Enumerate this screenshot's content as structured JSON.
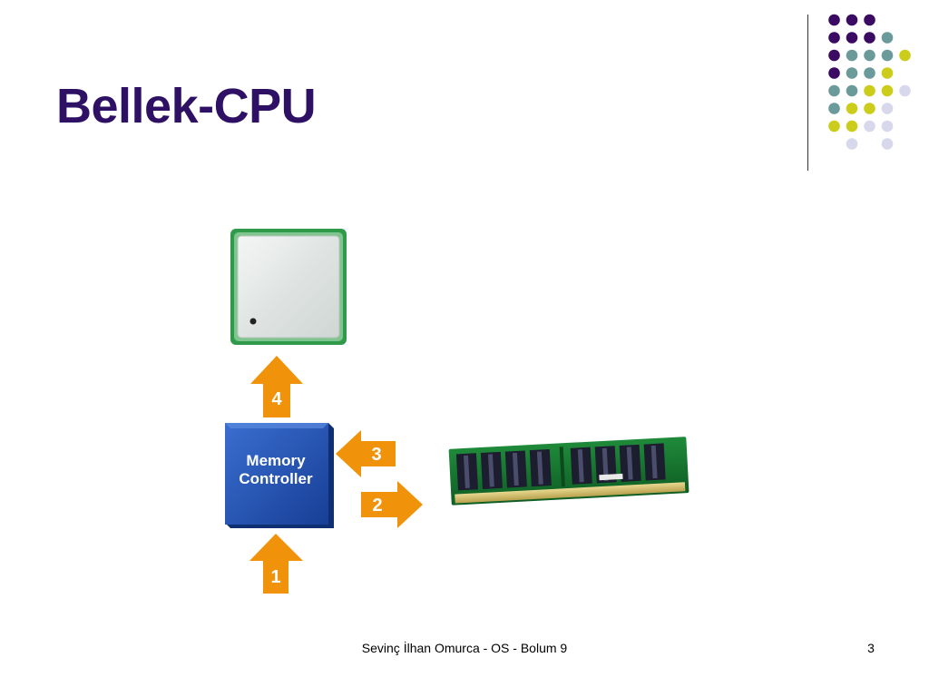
{
  "slide": {
    "title": "Bellek-CPU",
    "footer": "Sevinç İlhan Omurca - OS - Bolum 9",
    "page_number": "3"
  },
  "diagram": {
    "memory_controller_line1": "Memory",
    "memory_controller_line2": "Controller",
    "step_1": "1",
    "step_2": "2",
    "step_3": "3",
    "step_4": "4"
  },
  "colors": {
    "title": "#2e1065",
    "arrow": "#f0920a",
    "controller": "#1e4fb0",
    "dot_purple": "#3b0a63",
    "dot_teal": "#6b9a9a",
    "dot_yellow": "#cccc1a",
    "dot_lavender": "#d8d8ec"
  }
}
